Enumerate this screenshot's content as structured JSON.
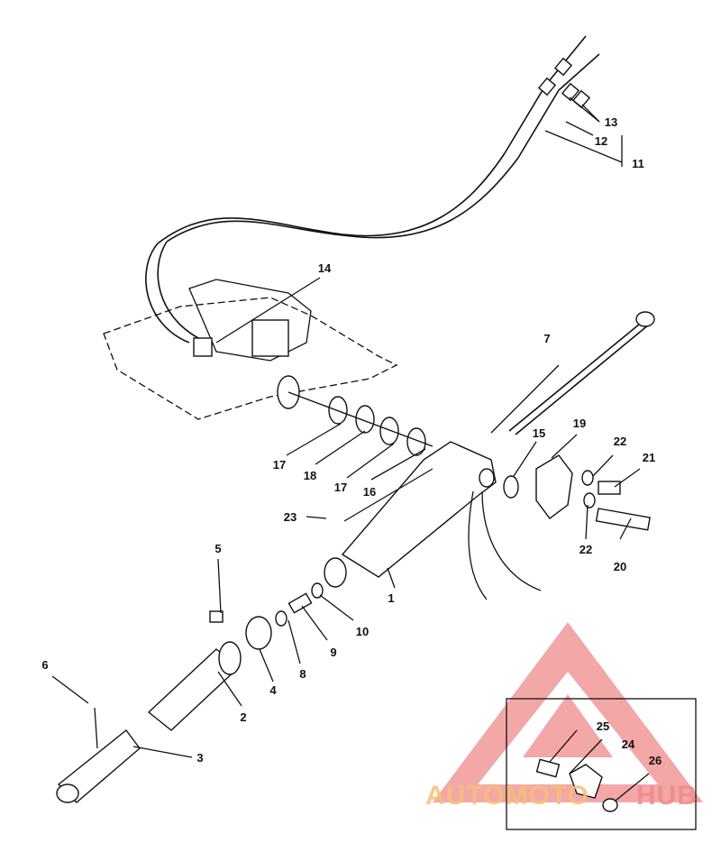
{
  "callouts": [
    {
      "id": "c1",
      "text": "1"
    },
    {
      "id": "c2",
      "text": "2"
    },
    {
      "id": "c3",
      "text": "3"
    },
    {
      "id": "c4",
      "text": "4"
    },
    {
      "id": "c5",
      "text": "5"
    },
    {
      "id": "c6",
      "text": "6"
    },
    {
      "id": "c7",
      "text": "7"
    },
    {
      "id": "c8",
      "text": "8"
    },
    {
      "id": "c9",
      "text": "9"
    },
    {
      "id": "c10",
      "text": "10"
    },
    {
      "id": "c11",
      "text": "11"
    },
    {
      "id": "c12",
      "text": "12"
    },
    {
      "id": "c13",
      "text": "13"
    },
    {
      "id": "c14",
      "text": "14"
    },
    {
      "id": "c15",
      "text": "15"
    },
    {
      "id": "c16",
      "text": "16"
    },
    {
      "id": "c17a",
      "text": "17"
    },
    {
      "id": "c17b",
      "text": "17"
    },
    {
      "id": "c18",
      "text": "18"
    },
    {
      "id": "c19",
      "text": "19"
    },
    {
      "id": "c20",
      "text": "20"
    },
    {
      "id": "c21",
      "text": "21"
    },
    {
      "id": "c22a",
      "text": "22"
    },
    {
      "id": "c22b",
      "text": "22"
    },
    {
      "id": "c23",
      "text": "23"
    },
    {
      "id": "c24",
      "text": "24"
    },
    {
      "id": "c25",
      "text": "25"
    },
    {
      "id": "c26",
      "text": "26"
    }
  ],
  "watermark": {
    "text_a": "AUTOMOTO",
    "text_b": "HUB",
    "color_primary": "#f08a8a",
    "color_secondary": "#f5c07a"
  },
  "colors": {
    "ink": "#111111",
    "paper": "#ffffff"
  }
}
